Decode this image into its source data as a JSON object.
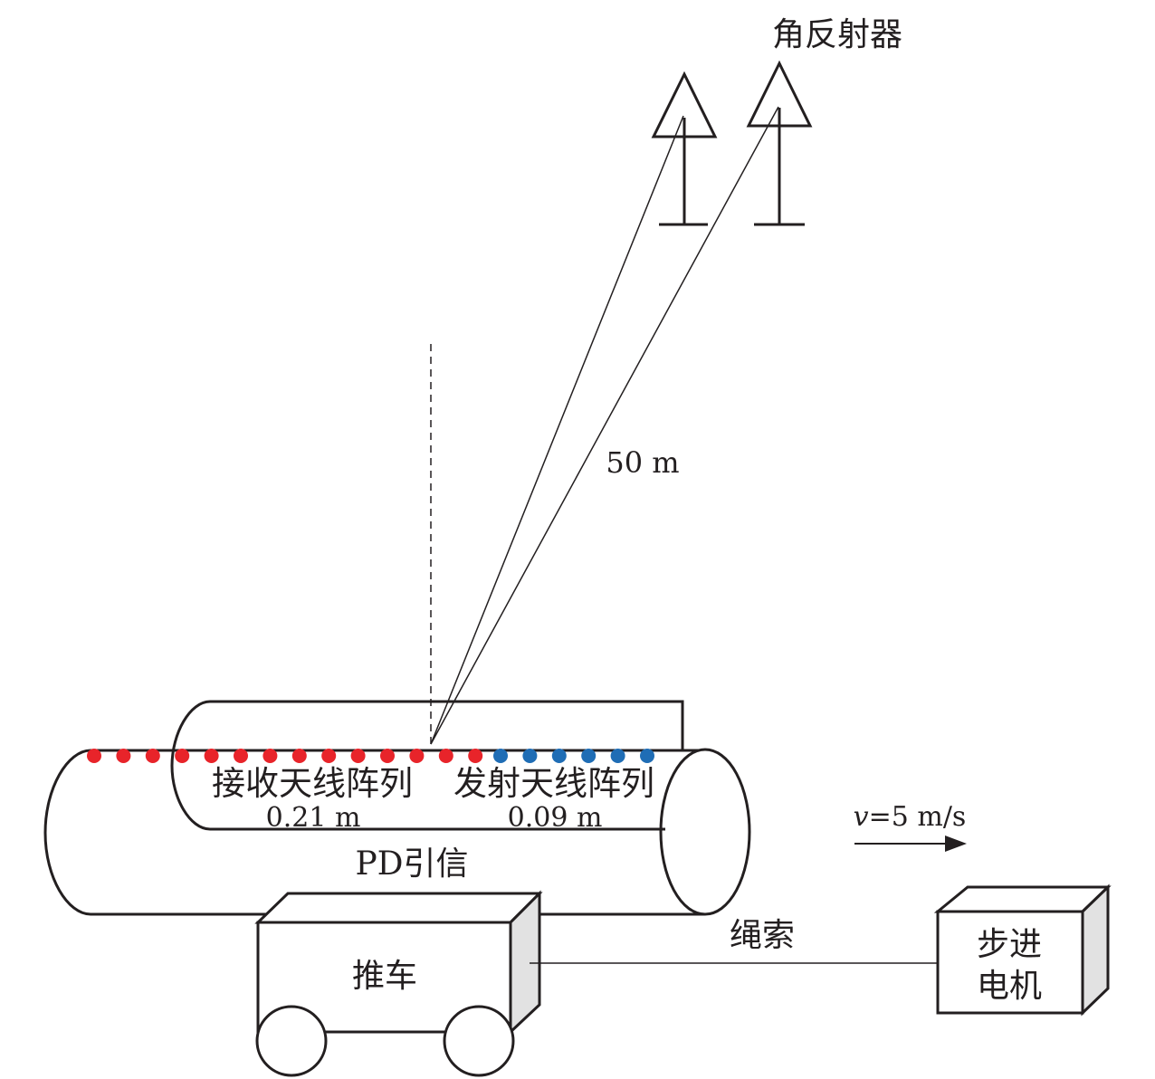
{
  "labels": {
    "corner_reflector": "角反射器",
    "distance": "50 m",
    "receive_array": "接收天线阵列",
    "transmit_array": "发射天线阵列",
    "receive_length": "0.21 m",
    "transmit_length": "0.09 m",
    "fuze": "PD引信",
    "velocity_symbol": "v",
    "velocity_value": "=5 m/s",
    "rope": "绳索",
    "cart": "推车",
    "motor_line1": "步进",
    "motor_line2": "电机"
  },
  "arrays": {
    "receive_element_count": 14,
    "transmit_element_count": 6
  },
  "colors": {
    "line": "#231f20",
    "receive_element": "#e8242a",
    "transmit_element": "#1f6db5",
    "box_side": "#e2e2e2"
  }
}
